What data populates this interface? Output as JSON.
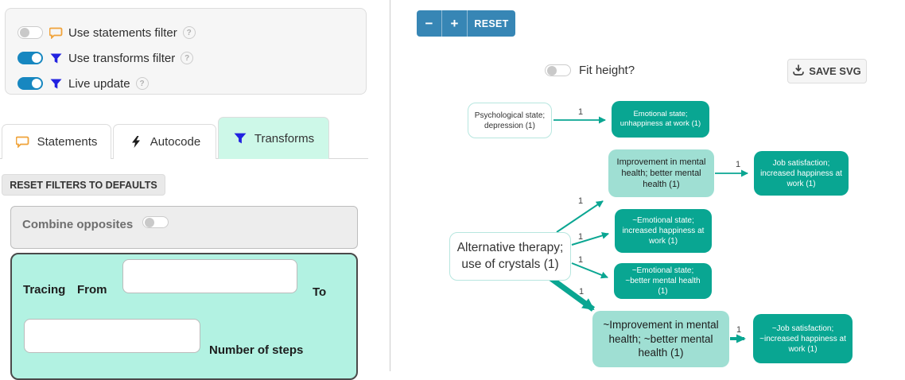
{
  "filters": {
    "help_glyph": "?",
    "toggles": [
      {
        "label": "Use statements filter",
        "state": "off",
        "icon": "speech-bubble-icon"
      },
      {
        "label": "Use transforms filter",
        "state": "on",
        "icon": "funnel-icon"
      },
      {
        "label": "Live update",
        "state": "on",
        "icon": "funnel-icon"
      }
    ]
  },
  "tabs": [
    {
      "label": "Statements",
      "icon": "speech-bubble-icon",
      "active": false
    },
    {
      "label": "Autocode",
      "icon": "lightning-icon",
      "active": false
    },
    {
      "label": "Transforms",
      "icon": "funnel-icon",
      "active": true
    }
  ],
  "buttons": {
    "reset_filters": "RESET FILTERS TO DEFAULTS",
    "zoom_out": "−",
    "zoom_in": "+",
    "zoom_reset": "RESET",
    "save_svg": "SAVE SVG"
  },
  "combine_opposites": {
    "label": "Combine opposites",
    "state": "off"
  },
  "tracing": {
    "title": "Tracing",
    "from_label": "From",
    "to_label": "To",
    "steps_label": "Number of steps",
    "from_value": "",
    "steps_value": ""
  },
  "fit_height": {
    "label": "Fit height?",
    "state": "off"
  },
  "colors": {
    "node_dark": "#09a692",
    "node_light": "#9fdfd3",
    "edge": "#0aa692",
    "toggle_on": "#1787c0",
    "toolbar_blue": "#3786b5",
    "active_tab_mint": "#cdf8e8",
    "tracing_mint": "#b2f2e2"
  },
  "graph": {
    "nodes": [
      {
        "label": "Psychological state; depression (1)",
        "style": "white"
      },
      {
        "label": "Emotional state; unhappiness at work (1)",
        "style": "dark"
      },
      {
        "label": "Improvement in mental health; better mental health (1)",
        "style": "light"
      },
      {
        "label": "Job satisfaction; increased happiness at work (1)",
        "style": "dark"
      },
      {
        "label": "Alternative therapy; use of crystals (1)",
        "style": "white"
      },
      {
        "label": "~Emotional state; increased happiness at work (1)",
        "style": "dark"
      },
      {
        "label": "~Emotional state; ~better mental health (1)",
        "style": "dark"
      },
      {
        "label": "~Improvement in mental health; ~better mental health (1)",
        "style": "light"
      },
      {
        "label": "~Job satisfaction; ~increased happiness at work (1)",
        "style": "dark"
      }
    ],
    "edges": [
      {
        "from": 0,
        "to": 1,
        "label": "1"
      },
      {
        "from": 2,
        "to": 3,
        "label": "1"
      },
      {
        "from": 4,
        "to": 2,
        "label": "1"
      },
      {
        "from": 4,
        "to": 5,
        "label": "1"
      },
      {
        "from": 4,
        "to": 6,
        "label": "1"
      },
      {
        "from": 4,
        "to": 7,
        "label": "1"
      },
      {
        "from": 7,
        "to": 8,
        "label": "1"
      }
    ]
  }
}
